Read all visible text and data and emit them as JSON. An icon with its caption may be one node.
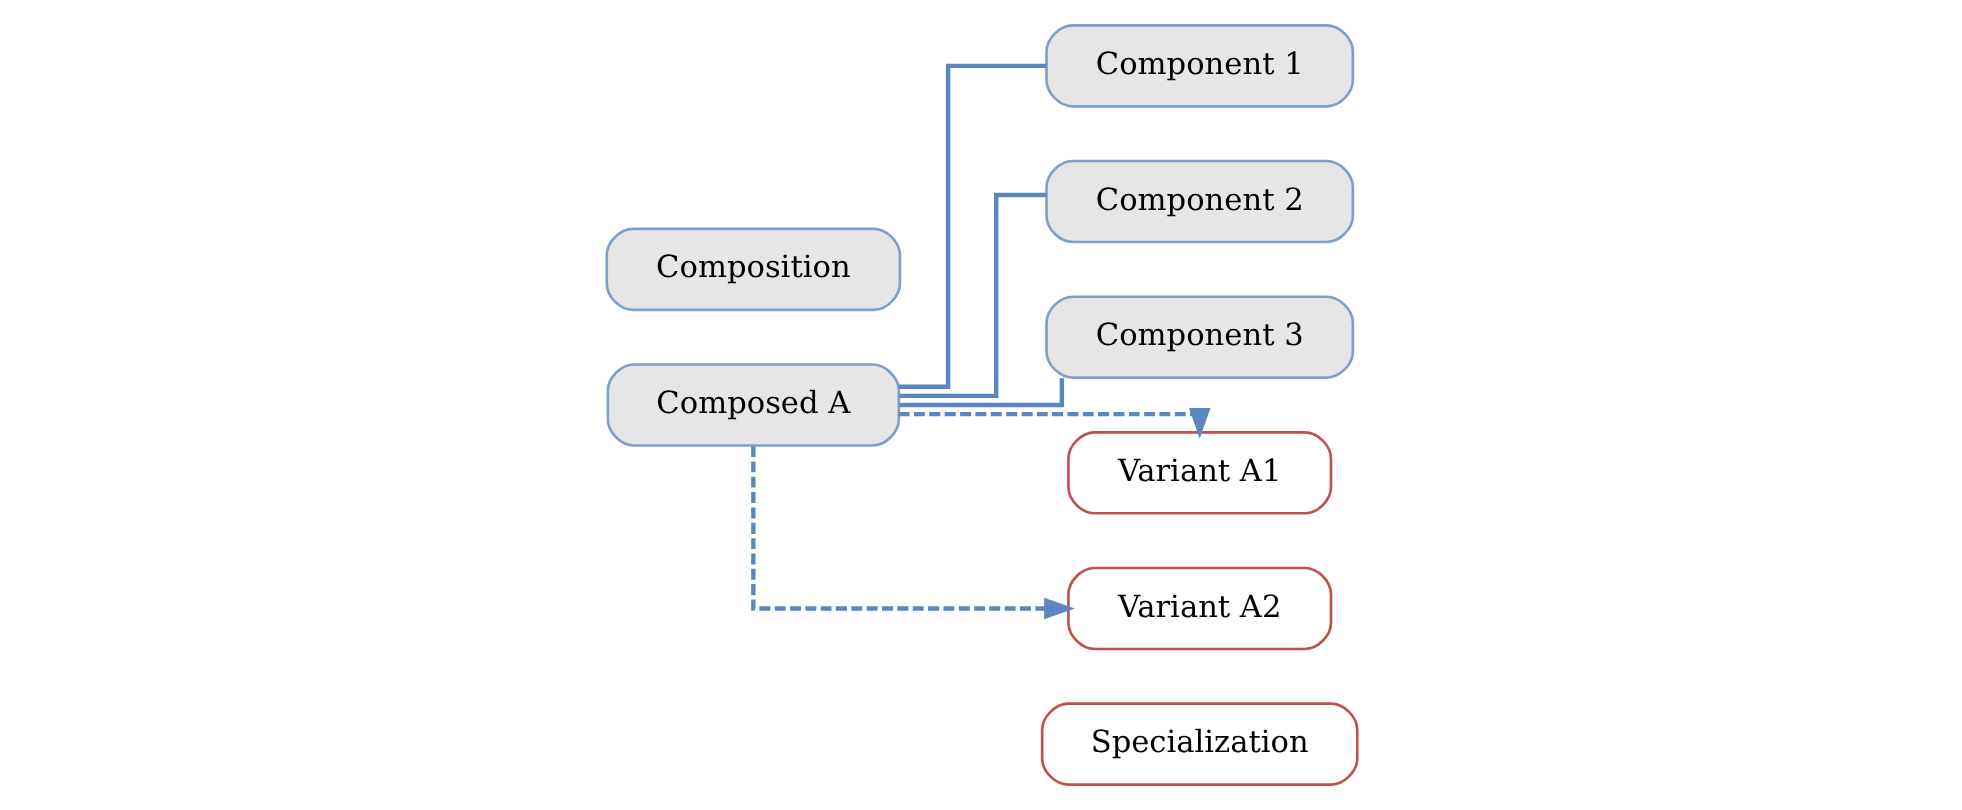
{
  "diagram": {
    "nodes": [
      {
        "text": [
          "Composed A"
        ]
      },
      {
        "text": [
          "Component 1"
        ]
      },
      {
        "text": [
          "Component 2"
        ]
      },
      {
        "text": [
          "Component 3"
        ]
      },
      {
        "text": [
          "Variant A1"
        ]
      },
      {
        "text": [
          "Variant A2"
        ]
      },
      {
        "text": [
          "Composition"
        ]
      },
      {
        "text": [
          "Specialization"
        ]
      }
    ],
    "edges": [
      {
        "from": 0,
        "to": 1,
        "arrow": "none"
      },
      {
        "from": 0,
        "to": 2,
        "arrow": "none"
      },
      {
        "from": 0,
        "to": 3,
        "arrow": "none"
      },
      {
        "from": 0,
        "to": 4,
        "arrow": "to",
        "style": "dashed"
      },
      {
        "from": 0,
        "to": 5,
        "arrow": "to",
        "style": "dashed"
      }
    ]
  }
}
